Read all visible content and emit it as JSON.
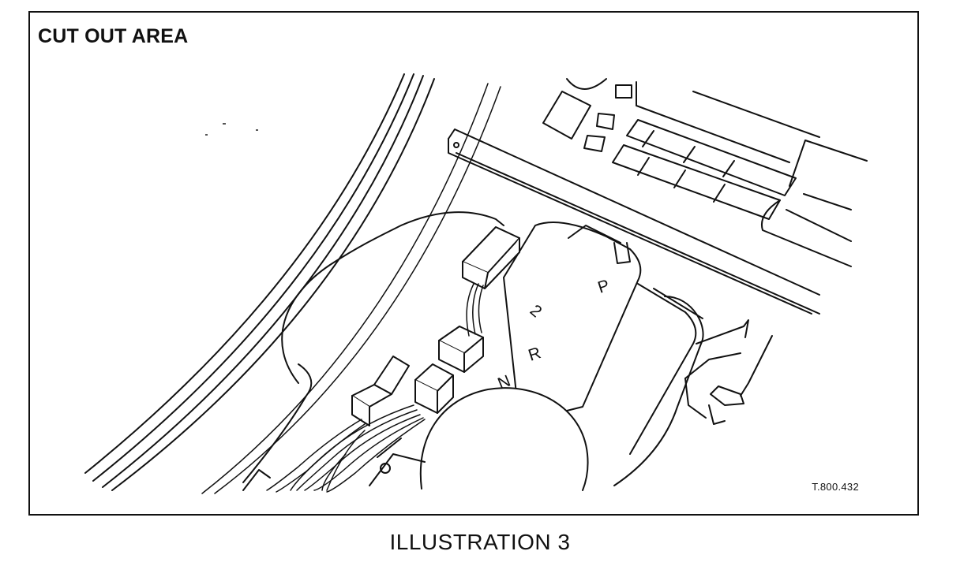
{
  "figure": {
    "area_label": "CUT OUT AREA",
    "reference_code": "T.800.432",
    "caption": "ILLUSTRATION 3",
    "gear_labels": [
      "P",
      "2",
      "R",
      "N"
    ]
  }
}
